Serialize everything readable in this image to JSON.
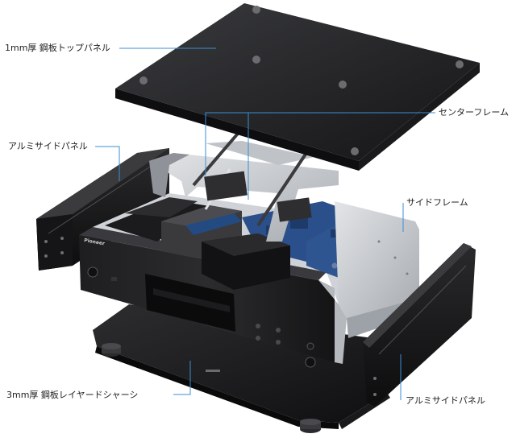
{
  "labels": {
    "top_panel": "1mm厚 鋼板トップパネル",
    "center_frame": "センターフレーム",
    "left_side_panel": "アルミサイドパネル",
    "side_frame": "サイドフレーム",
    "chassis": "3mm厚 鋼板レイヤードシャーシ",
    "right_side_panel": "アルミサイドパネル"
  },
  "brand": "Pioneer",
  "colors": {
    "leader": "#3a8fd6",
    "panel_dark": "#1b1b1d",
    "pcb": "#2b4f8a",
    "frame_silver": "#c9ccd0"
  }
}
